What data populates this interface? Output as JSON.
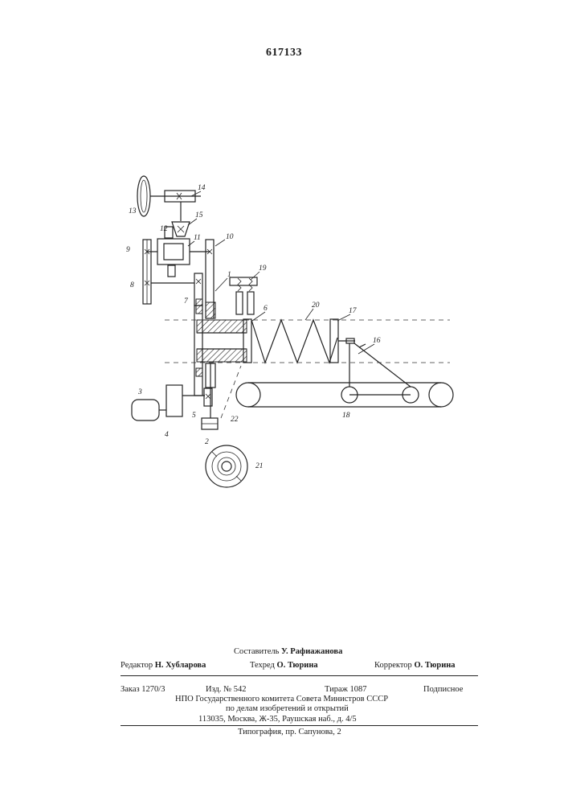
{
  "page": {
    "number": "617133"
  },
  "figure": {
    "labels": [
      "1",
      "2",
      "3",
      "4",
      "5",
      "6",
      "7",
      "8",
      "9",
      "10",
      "11",
      "12",
      "13",
      "14",
      "15",
      "16",
      "17",
      "18",
      "19",
      "20",
      "21",
      "22"
    ]
  },
  "imprint": {
    "compiler_label": "Составитель",
    "compiler_name": "У. Рафиажанова",
    "editor_label": "Редактор",
    "editor_name": "Н. Хубларова",
    "techred_label": "Техред",
    "techred_name": "О. Тюрина",
    "corrector_label": "Корректор",
    "corrector_name": "О. Тюрина",
    "order": "Заказ 1270/3",
    "issue": "Изд. № 542",
    "circulation": "Тираж 1087",
    "subscription": "Подписное",
    "org_line1": "НПО Государственного комитета Совета Министров СССР",
    "org_line2": "по делам изобретений и открытий",
    "address": "113035, Москва, Ж-35, Раушская наб., д. 4/5",
    "printer": "Типография, пр. Сапунова, 2"
  }
}
